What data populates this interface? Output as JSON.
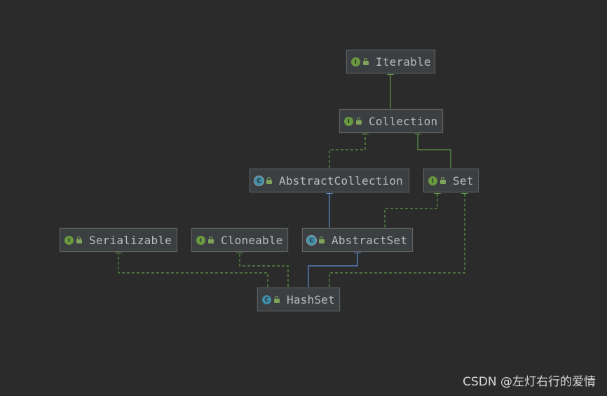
{
  "nodes": {
    "iterable": {
      "label": "Iterable",
      "kind": "interface",
      "badge": "I"
    },
    "collection": {
      "label": "Collection",
      "kind": "interface",
      "badge": "I"
    },
    "abstract_collection": {
      "label": "AbstractCollection",
      "kind": "abstract",
      "badge": "C"
    },
    "set": {
      "label": "Set",
      "kind": "interface",
      "badge": "I"
    },
    "serializable": {
      "label": "Serializable",
      "kind": "interface",
      "badge": "I"
    },
    "cloneable": {
      "label": "Cloneable",
      "kind": "interface",
      "badge": "I"
    },
    "abstract_set": {
      "label": "AbstractSet",
      "kind": "abstract",
      "badge": "C"
    },
    "hash_set": {
      "label": "HashSet",
      "kind": "class",
      "badge": "C"
    }
  },
  "colors": {
    "background": "#2b2b2b",
    "node_fill": "#3c3f41",
    "node_border": "#5e6060",
    "text": "#bbbbbb",
    "interface_badge": "#6a9a3f",
    "class_badge": "#3e8ea8",
    "implements_edge": "#5f9a46",
    "extends_edge": "#5b8fd8"
  },
  "edges": [
    {
      "from": "collection",
      "to": "iterable",
      "type": "extends-interface"
    },
    {
      "from": "abstract_collection",
      "to": "collection",
      "type": "implements"
    },
    {
      "from": "set",
      "to": "collection",
      "type": "extends-interface"
    },
    {
      "from": "abstract_set",
      "to": "abstract_collection",
      "type": "extends"
    },
    {
      "from": "abstract_set",
      "to": "set",
      "type": "implements"
    },
    {
      "from": "hash_set",
      "to": "abstract_set",
      "type": "extends"
    },
    {
      "from": "hash_set",
      "to": "set",
      "type": "implements"
    },
    {
      "from": "hash_set",
      "to": "serializable",
      "type": "implements"
    },
    {
      "from": "hash_set",
      "to": "cloneable",
      "type": "implements"
    }
  ],
  "watermark": "CSDN @左灯右行的爱情"
}
